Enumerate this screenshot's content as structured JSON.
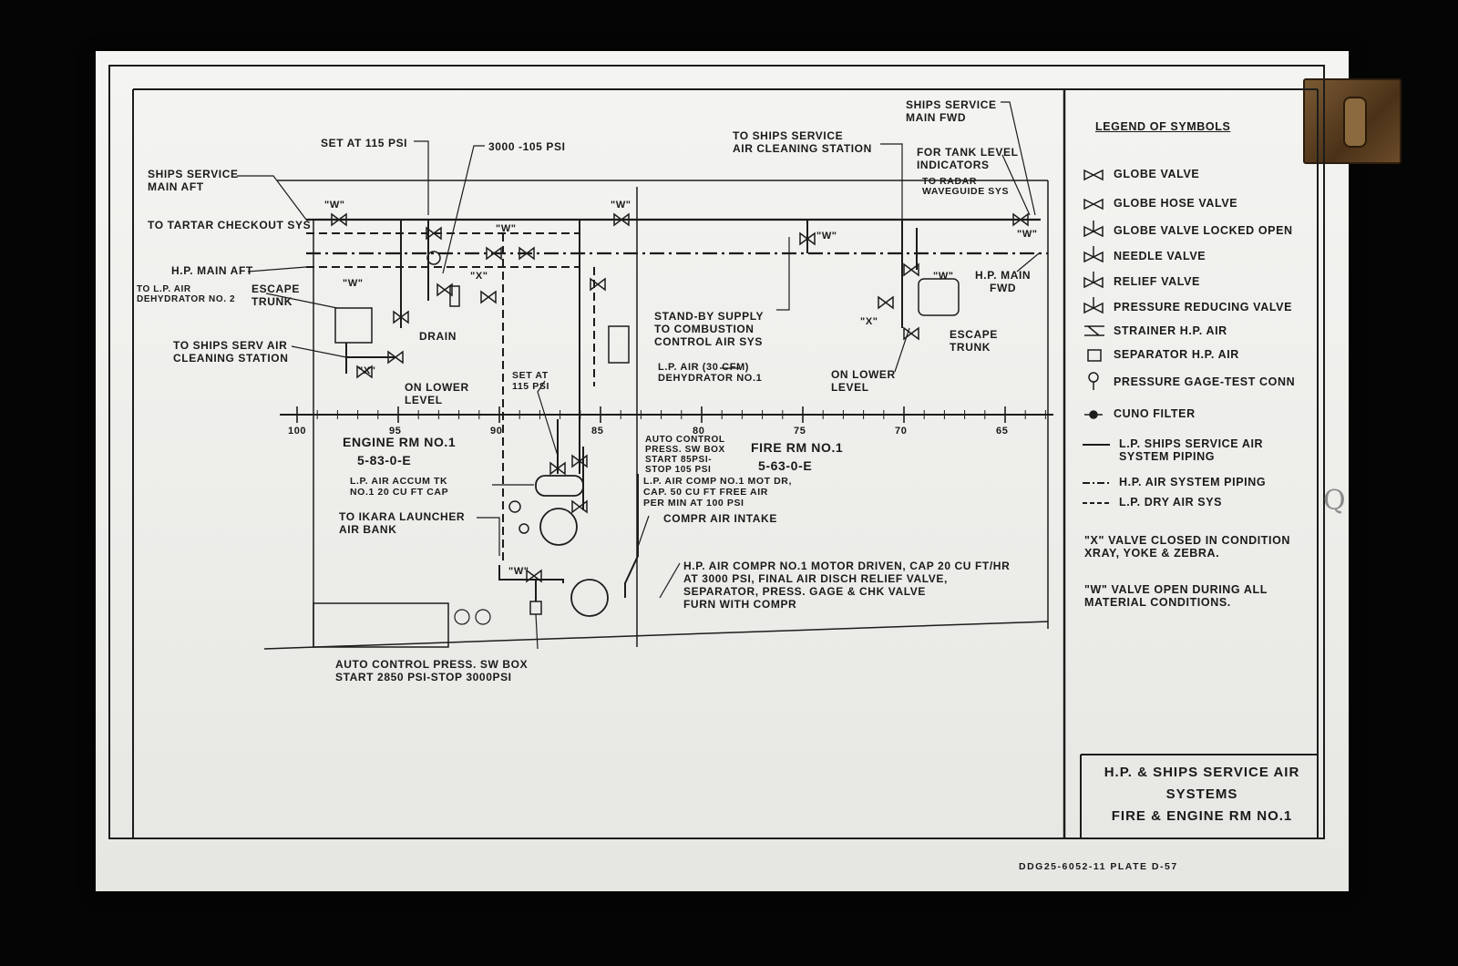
{
  "labels": {
    "ships_service_main_aft": "SHIPS SERVICE\nMAIN AFT",
    "to_tartar": "TO TARTAR CHECKOUT SYS",
    "hp_main_aft": "H.P. MAIN AFT",
    "to_lp_air_dehydrator": "TO L.P. AIR\nDEHYDRATOR NO. 2",
    "escape_trunk_left": "ESCAPE\nTRUNK",
    "drain": "DRAIN",
    "to_ships_serv_air": "TO SHIPS SERV AIR\nCLEANING STATION",
    "on_lower_level_left": "ON LOWER\nLEVEL",
    "set_at_115": "SET AT 115 PSI",
    "psi_3000_105": "3000 -105 PSI",
    "set_at_115_small": "SET AT\n115 PSI",
    "stand_by_supply": "STAND-BY SUPPLY\nTO COMBUSTION\nCONTROL AIR SYS",
    "lp_air_dehydrator_1": "L.P. AIR (30 CFM)\nDEHYDRATOR NO.1",
    "to_ships_service_air_cleaning": "TO SHIPS SERVICE\nAIR CLEANING STATION",
    "ships_service_main_fwd": "SHIPS SERVICE\nMAIN FWD",
    "for_tank_level": "FOR TANK LEVEL\nINDICATORS",
    "to_radar": "TO RADAR\nWAVEGUIDE SYS",
    "hp_main_fwd": "H.P. MAIN\nFWD",
    "escape_trunk_right": "ESCAPE\nTRUNK",
    "on_lower_level_right": "ON LOWER\nLEVEL",
    "engine_rm": "ENGINE RM NO.1",
    "engine_rm_code": "5-83-0-E",
    "fire_rm": "FIRE RM NO.1",
    "fire_rm_code": "5-63-0-E",
    "auto_control_press_sw": "AUTO CONTROL\nPRESS. SW BOX\nSTART 85PSI-\nSTOP 105 PSI",
    "lp_air_accum": "L.P. AIR ACCUM TK\nNO.1 20 CU FT CAP",
    "lp_air_comp": "L.P. AIR COMP NO.1 MOT DR,\nCAP. 50 CU FT FREE AIR\nPER MIN AT 100 PSI",
    "compr_air_intake": "COMPR AIR INTAKE",
    "to_ikara": "TO IKARA LAUNCHER\nAIR BANK",
    "hp_air_compr": "H.P. AIR COMPR NO.1 MOTOR DRIVEN, CAP 20 CU FT/HR\nAT 3000 PSI, FINAL AIR DISCH RELIEF VALVE,\nSEPARATOR, PRESS. GAGE & CHK VALVE\nFURN WITH COMPR",
    "auto_control_bottom": "AUTO CONTROL PRESS. SW BOX\nSTART 2850 PSI-STOP 3000PSI",
    "w_tag": "\"W\"",
    "x_tag": "\"X\""
  },
  "frames": [
    "100",
    "95",
    "90",
    "85",
    "80",
    "75",
    "70",
    "65"
  ],
  "legend": {
    "title": "LEGEND OF SYMBOLS",
    "items": [
      {
        "icon": "globe-valve",
        "label": "GLOBE VALVE"
      },
      {
        "icon": "globe-hose-valve",
        "label": "GLOBE HOSE VALVE"
      },
      {
        "icon": "globe-valve-locked-open",
        "label": "GLOBE VALVE LOCKED OPEN"
      },
      {
        "icon": "needle-valve",
        "label": "NEEDLE VALVE"
      },
      {
        "icon": "relief-valve",
        "label": "RELIEF VALVE"
      },
      {
        "icon": "pressure-reducing-valve",
        "label": "PRESSURE REDUCING VALVE"
      },
      {
        "icon": "strainer",
        "label": "STRAINER H.P. AIR"
      },
      {
        "icon": "separator",
        "label": "SEPARATOR H.P. AIR"
      },
      {
        "icon": "pressure-gage",
        "label": "PRESSURE GAGE-TEST CONN"
      },
      {
        "icon": "cuno-filter",
        "label": "CUNO FILTER"
      },
      {
        "icon": "lp-line",
        "label": "L.P. SHIPS SERVICE AIR\nSYSTEM PIPING"
      },
      {
        "icon": "hp-line",
        "label": "H.P. AIR SYSTEM PIPING"
      },
      {
        "icon": "dry-line",
        "label": "L.P. DRY AIR SYS"
      }
    ],
    "note_x": "\"X\"  VALVE CLOSED IN CONDITION\n      XRAY, YOKE & ZEBRA.",
    "note_w": "\"W\"  VALVE OPEN DURING ALL\n      MATERIAL CONDITIONS."
  },
  "title_block": {
    "line1": "H.P. & SHIPS SERVICE AIR",
    "line2": "SYSTEMS",
    "line3": "FIRE & ENGINE RM NO.1"
  },
  "drawing_number": "DDG25-6052-11   PLATE   D-57",
  "pencil_mark": "Q"
}
